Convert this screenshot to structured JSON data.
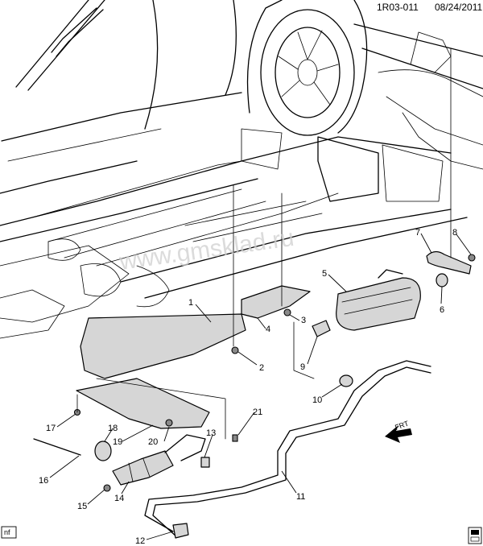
{
  "header": {
    "code": "1R03-011",
    "date": "08/24/2011"
  },
  "watermark": "www.gmsklad.ru",
  "direction_label": "FRT",
  "corner_tag": "nf",
  "callouts": [
    "1",
    "2",
    "3",
    "4",
    "5",
    "6",
    "7",
    "8",
    "9",
    "10",
    "11",
    "12",
    "13",
    "14",
    "15",
    "16",
    "17",
    "18",
    "19",
    "20",
    "21"
  ]
}
